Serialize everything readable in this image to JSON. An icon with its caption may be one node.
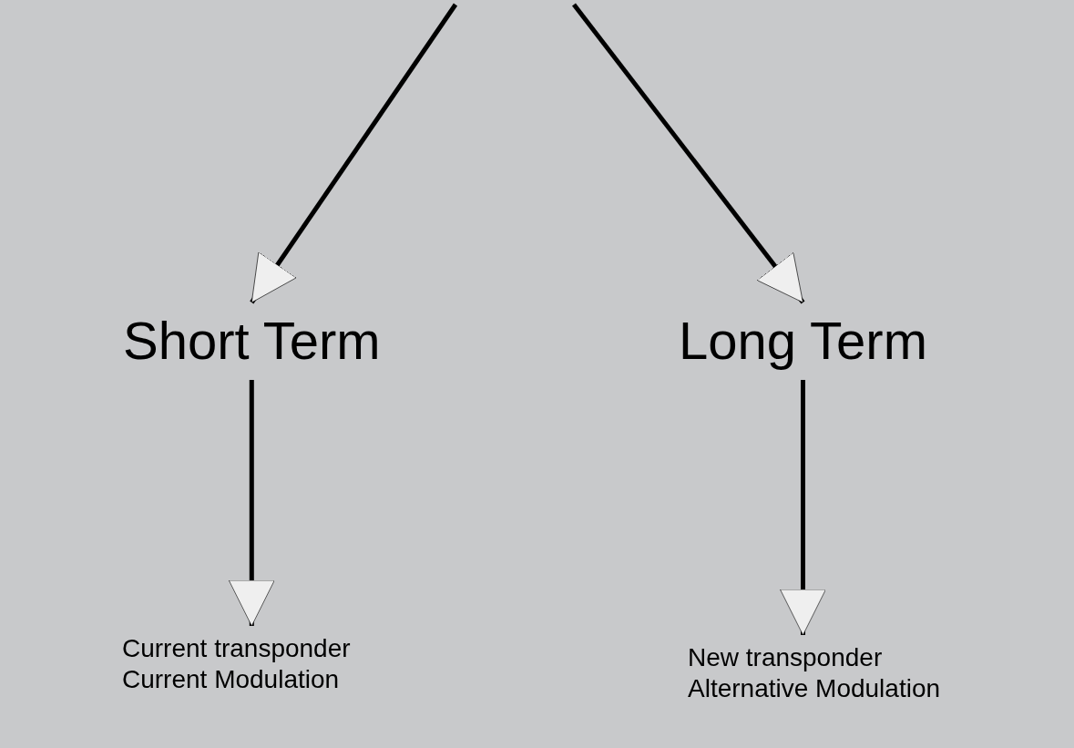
{
  "diagram": {
    "nodes": [
      {
        "text": [
          "Short Term"
        ]
      },
      {
        "text": [
          "Long Term"
        ]
      },
      {
        "text": [
          "Current transponder",
          "Current Modulation"
        ]
      },
      {
        "text": [
          "New transponder",
          "Alternative Modulation"
        ]
      }
    ],
    "edges": [
      {
        "from": null,
        "to": 0,
        "arrow": "to"
      },
      {
        "from": null,
        "to": 1,
        "arrow": "to"
      },
      {
        "from": 0,
        "to": 2,
        "arrow": "to"
      },
      {
        "from": 1,
        "to": 3,
        "arrow": "to"
      }
    ]
  }
}
